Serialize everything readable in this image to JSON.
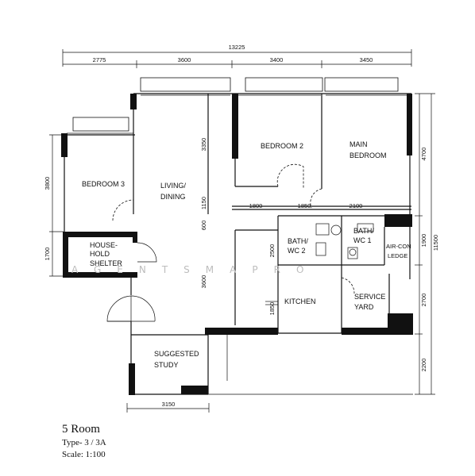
{
  "plan": {
    "title": "5 Room",
    "type": "Type- 3 / 3A",
    "scale": "Scale: 1:100",
    "watermark": "AGENTSMAPRO"
  },
  "rooms": {
    "bedroom3": "BEDROOM 3",
    "living_line1": "LIVING/",
    "living_line2": "DINING",
    "bedroom2": "BEDROOM 2",
    "main_line1": "MAIN",
    "main_line2": "BEDROOM",
    "shelter_line1": "HOUSE-",
    "shelter_line2": "HOLD",
    "shelter_line3": "SHELTER",
    "bath2_line1": "BATH/",
    "bath2_line2": "WC 2",
    "bath1_line1": "BATH/",
    "bath1_line2": "WC 1",
    "aircon_line1": "AIR-CON",
    "aircon_line2": "LEDGE",
    "kitchen": "KITCHEN",
    "service_line1": "SERVICE",
    "service_line2": "YARD",
    "study_line1": "SUGGESTED",
    "study_line2": "STUDY"
  },
  "dimensions": {
    "overall_width": "13225",
    "top_2775": "2775",
    "top_3600": "3600",
    "top_3400": "3400",
    "top_3450": "3450",
    "left_3800": "3800",
    "left_1700": "1700",
    "right_4700": "4700",
    "right_1900": "1900",
    "right_2700": "2700",
    "right_2200": "2200",
    "right_11500": "11500",
    "inner_3350": "3350",
    "inner_1150": "1150",
    "inner_600": "600",
    "inner_3600": "3600",
    "inner_1800": "1800",
    "inner_1850": "1850",
    "inner_2100": "2100",
    "inner_2500": "2500",
    "inner_1850v": "1850",
    "bottom_3150": "3150"
  }
}
